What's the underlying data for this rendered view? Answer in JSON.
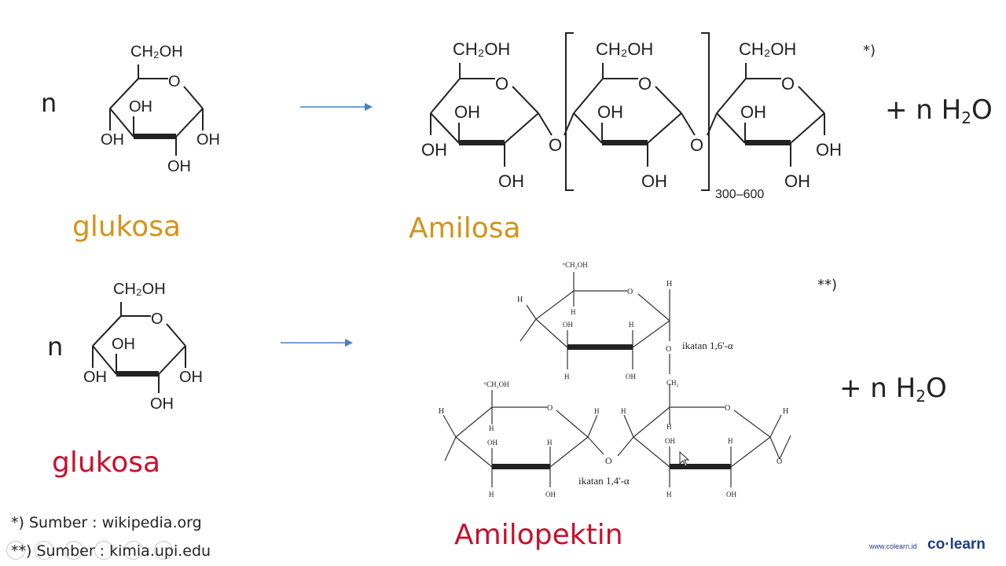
{
  "reaction1": {
    "coefficient": "n",
    "reactant_label": "glukosa",
    "product_label": "Amilosa",
    "water_prefix": "+ n H",
    "water_sub": "2",
    "water_suffix": "O",
    "footnote_mark": "*)",
    "repeat_count": "300–600"
  },
  "reaction2": {
    "coefficient": "n",
    "reactant_label": "glukosa",
    "product_label": "Amilopektin",
    "water_prefix": "+ n H",
    "water_sub": "2",
    "water_suffix": "O",
    "footnote_mark": "**)",
    "bond_16": "ikatan 1,6'-α",
    "bond_14": "ikatan 1,4'-α"
  },
  "molecule_labels": {
    "ch2oh": "CH₂OH",
    "oh": "OH",
    "o": "O",
    "h": "H",
    "ch2": "CH₂",
    "ch2oh_6": "⁶CH₂OH"
  },
  "sources": {
    "source1": "*) Sumber : wikipedia.org",
    "source2": "**) Sumber : kimia.upi.edu"
  },
  "brand": {
    "url": "www.colearn.id",
    "name": "co·learn"
  },
  "colors": {
    "glukosa_1": "#d4931a",
    "amilosa": "#d4931a",
    "glukosa_2": "#c8102e",
    "amilopektin": "#c8102e",
    "arrow": "#4a7fc1",
    "brand": "#1e3a8a"
  }
}
